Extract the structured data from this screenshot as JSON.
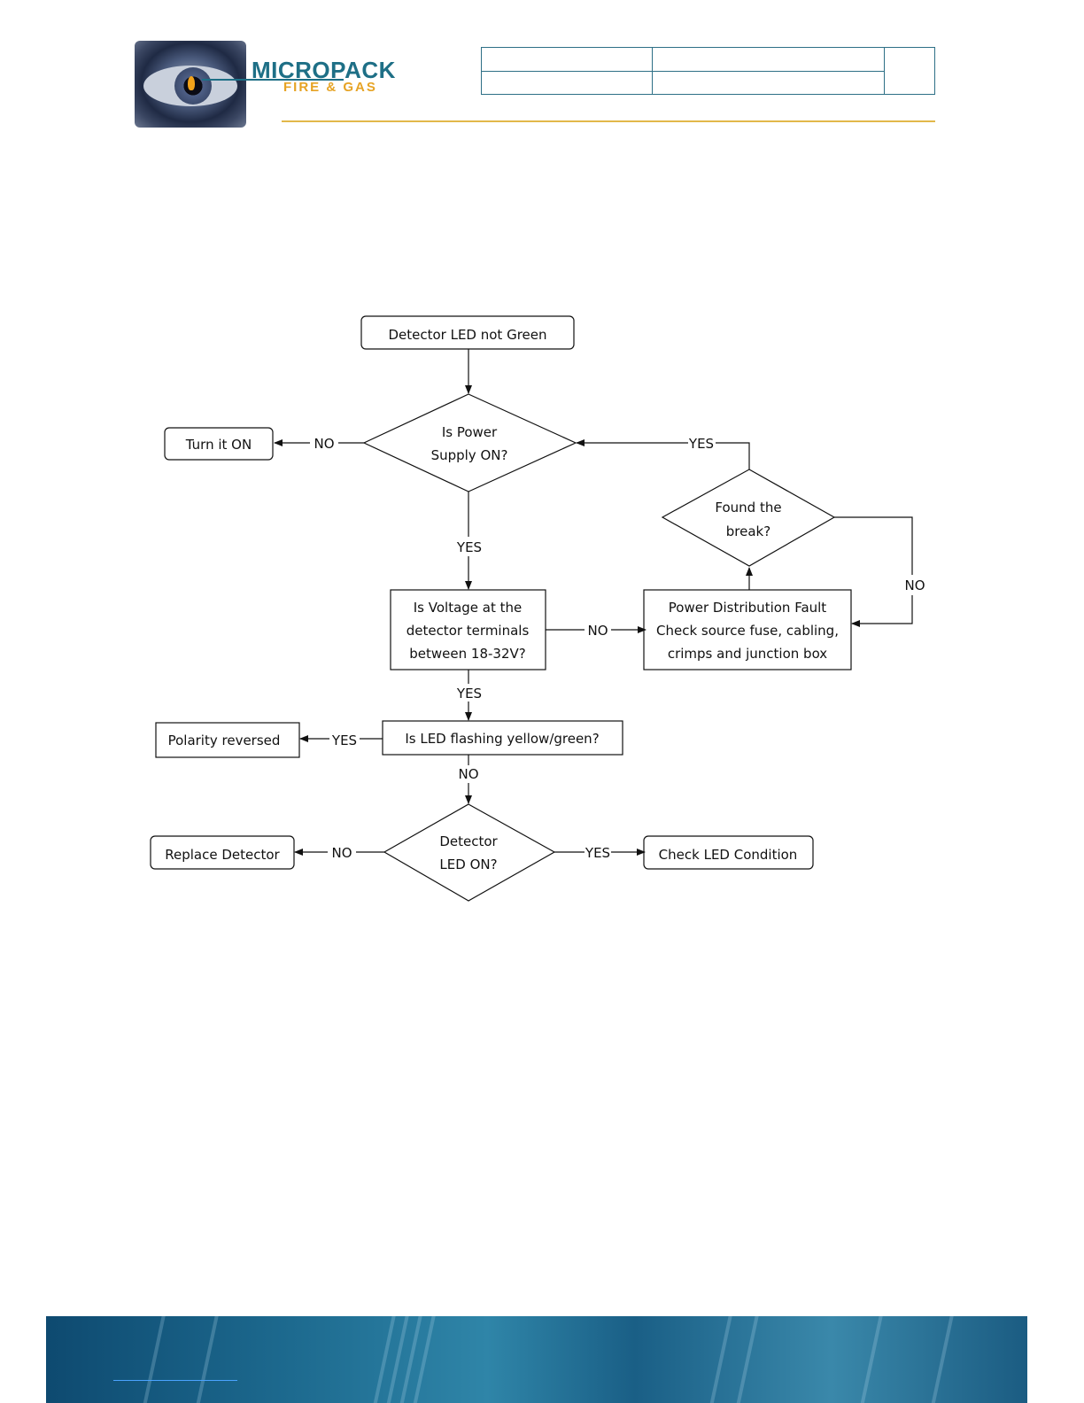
{
  "header": {
    "brand": "MICROPACK",
    "brand_sub": "FIRE & GAS",
    "table_cells": [
      "",
      "",
      "",
      "",
      ""
    ]
  },
  "flowchart": {
    "start": "Detector LED not Green",
    "q_power": [
      "Is Power",
      "Supply ON?"
    ],
    "turn_on": "Turn it ON",
    "q_voltage": [
      "Is Voltage at the",
      "detector terminals",
      "between 18-32V?"
    ],
    "power_fault": [
      "Power Distribution Fault",
      "Check source fuse, cabling,",
      "crimps and junction box"
    ],
    "q_break": [
      "Found the",
      "break?"
    ],
    "q_flashing": "Is LED flashing yellow/green?",
    "polarity": "Polarity reversed",
    "q_led_on": [
      "Detector",
      "LED ON?"
    ],
    "replace": "Replace Detector",
    "check_led": "Check LED Condition",
    "yes": "YES",
    "no": "NO"
  },
  "colors": {
    "brand_blue": "#1e6f86",
    "brand_gold": "#e6a324",
    "rule_gold": "#e2b84a",
    "footer_blue": "#1d6a8f"
  }
}
